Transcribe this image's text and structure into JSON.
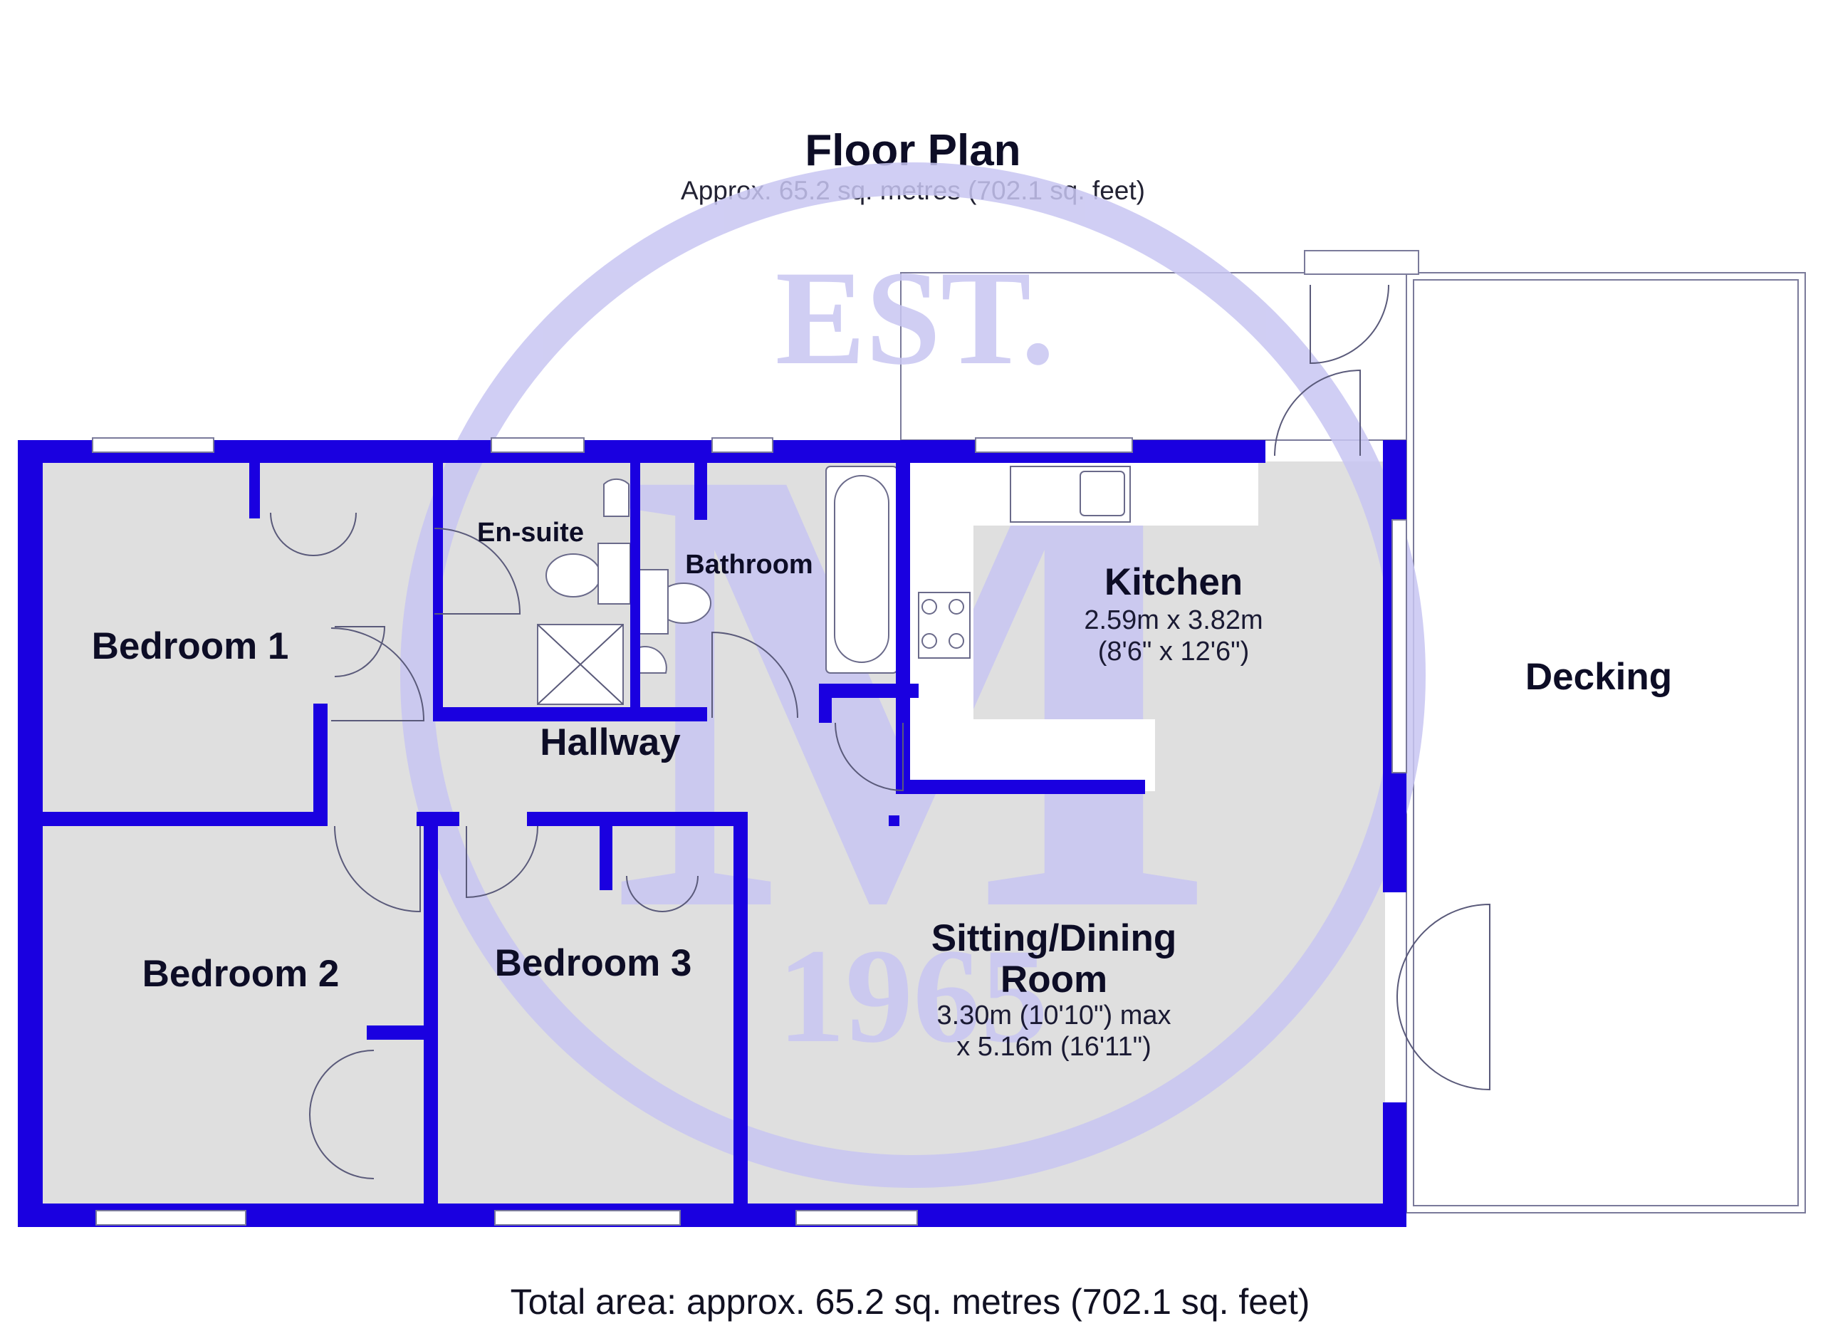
{
  "plan": {
    "title": "Floor Plan",
    "subtitle": "Approx. 65.2 sq. metres (702.1 sq. feet)",
    "total_area": "Total area: approx. 65.2 sq. metres (702.1 sq. feet)"
  },
  "watermark": {
    "est": "EST.",
    "letter": "M",
    "year": "1965"
  },
  "rooms": {
    "bedroom1": "Bedroom 1",
    "bedroom2": "Bedroom 2",
    "bedroom3": "Bedroom 3",
    "ensuite": "En-suite",
    "bathroom": "Bathroom",
    "hallway": "Hallway",
    "kitchen": {
      "name": "Kitchen",
      "dim_metric": "2.59m x 3.82m",
      "dim_imperial": "(8'6\" x 12'6\")"
    },
    "sitting": {
      "name_line1": "Sitting/Dining",
      "name_line2": "Room",
      "dim_line1": "3.30m (10'10\") max",
      "dim_line2": "x 5.16m (16'11\")"
    },
    "decking": "Decking"
  },
  "colors": {
    "wall": "#1a00e0",
    "floor": "#dfdfdf",
    "watermark": "#c8c6f2"
  }
}
